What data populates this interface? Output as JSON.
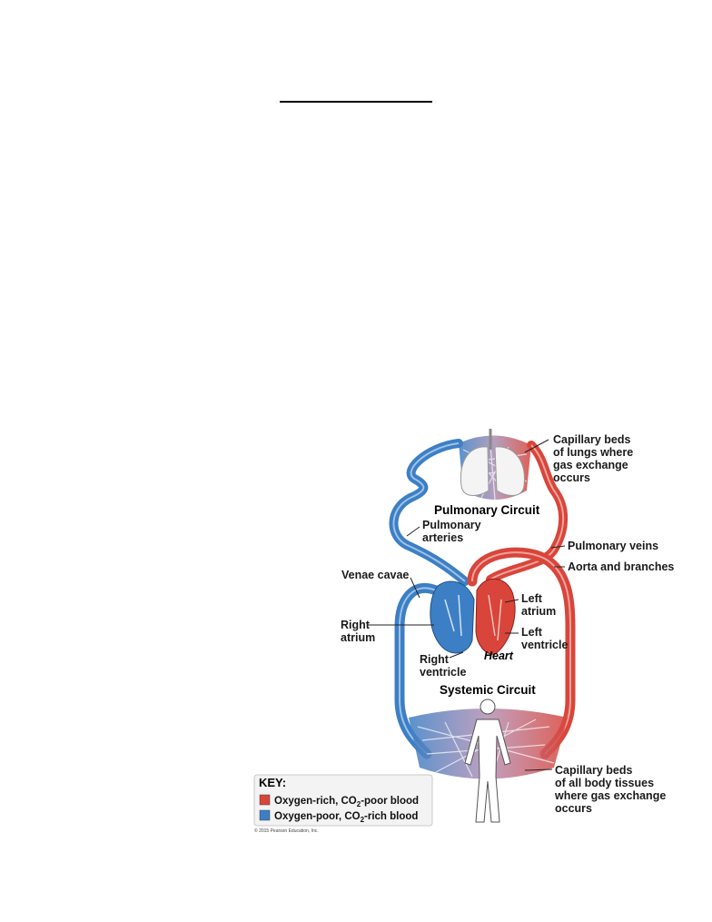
{
  "labels": {
    "capillary_lungs": [
      "Capillary beds",
      "of lungs where",
      "gas exchange",
      "occurs"
    ],
    "pulmonary_circuit": "Pulmonary Circuit",
    "pulmonary_arteries": [
      "Pulmonary",
      "arteries"
    ],
    "pulmonary_veins": "Pulmonary veins",
    "aorta": "Aorta and branches",
    "venae_cavae": "Venae cavae",
    "left_atrium": [
      "Left",
      "atrium"
    ],
    "right_atrium": [
      "Right",
      "atrium"
    ],
    "left_ventricle": [
      "Left",
      "ventricle"
    ],
    "right_ventricle": [
      "Right",
      "ventricle"
    ],
    "heart": "Heart",
    "systemic_circuit": "Systemic Circuit",
    "capillary_body": [
      "Capillary beds",
      "of all body tissues",
      "where gas exchange",
      "occurs"
    ]
  },
  "key": {
    "title": "KEY:",
    "oxygen_rich_pre": "Oxygen-rich, CO",
    "oxygen_rich_sub": "2",
    "oxygen_rich_post": "-poor blood",
    "oxygen_poor_pre": "Oxygen-poor, CO",
    "oxygen_poor_sub": "2",
    "oxygen_poor_post": "-rich blood"
  },
  "copyright": "© 2015 Pearson Education, Inc.",
  "colors": {
    "oxygen_rich": "#d9453a",
    "oxygen_poor": "#3d7fc4"
  }
}
